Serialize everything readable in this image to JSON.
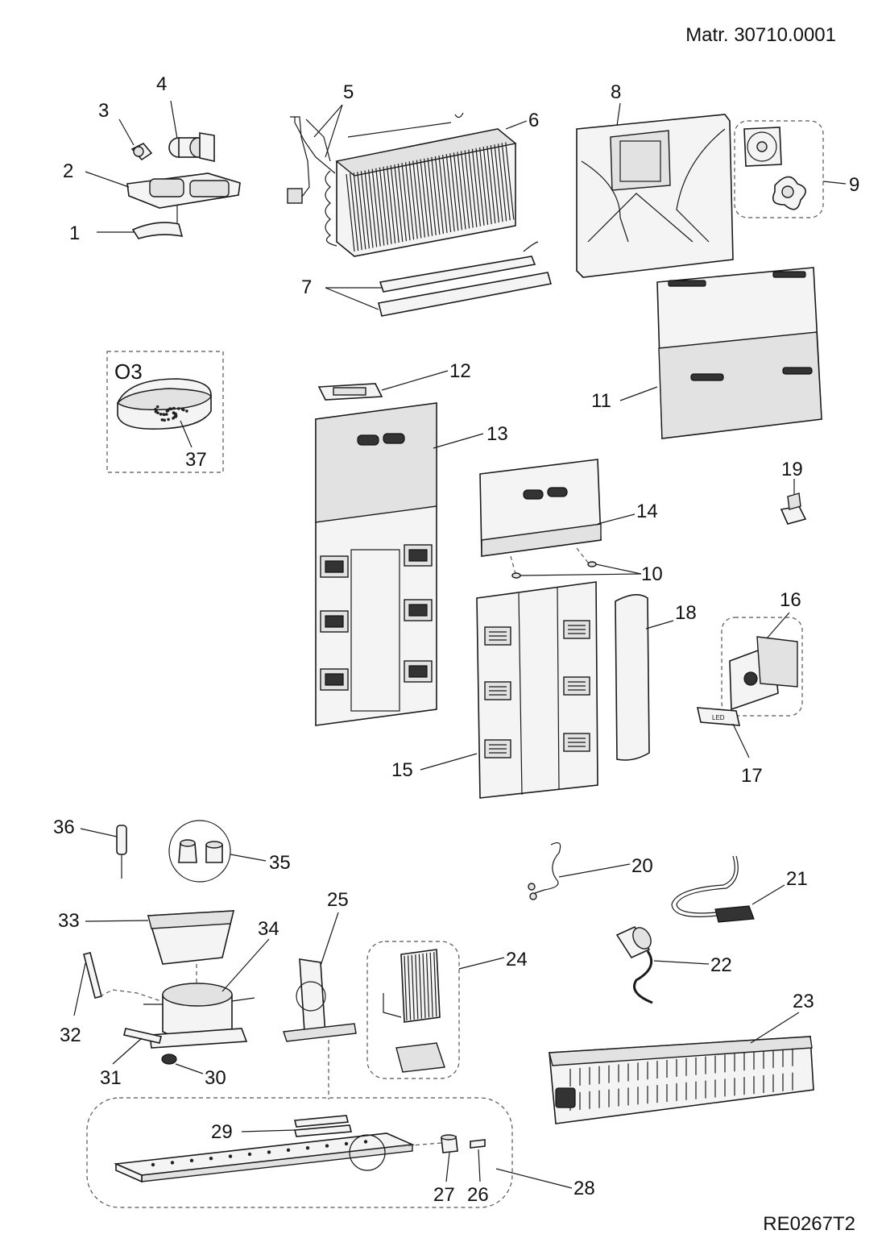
{
  "header": {
    "material_number": "Matr. 30710.0001"
  },
  "footer": {
    "reference_code": "RE0267T2"
  },
  "callouts": {
    "c1": "1",
    "c2": "2",
    "c3": "3",
    "c4": "4",
    "c5": "5",
    "c6": "6",
    "c7": "7",
    "c8": "8",
    "c9": "9",
    "c10": "10",
    "c11": "11",
    "c12": "12",
    "c13": "13",
    "c14": "14",
    "c15": "15",
    "c16": "16",
    "c17": "17",
    "c18": "18",
    "c19": "19",
    "c20": "20",
    "c21": "21",
    "c22": "22",
    "c23": "23",
    "c24": "24",
    "c25": "25",
    "c26": "26",
    "c27": "27",
    "c28": "28",
    "c29": "29",
    "c30": "30",
    "c31": "31",
    "c32": "32",
    "c33": "33",
    "c34": "34",
    "c35": "35",
    "c36": "36",
    "c37": "37"
  },
  "ozone_label": "O3",
  "led_label": "LED"
}
